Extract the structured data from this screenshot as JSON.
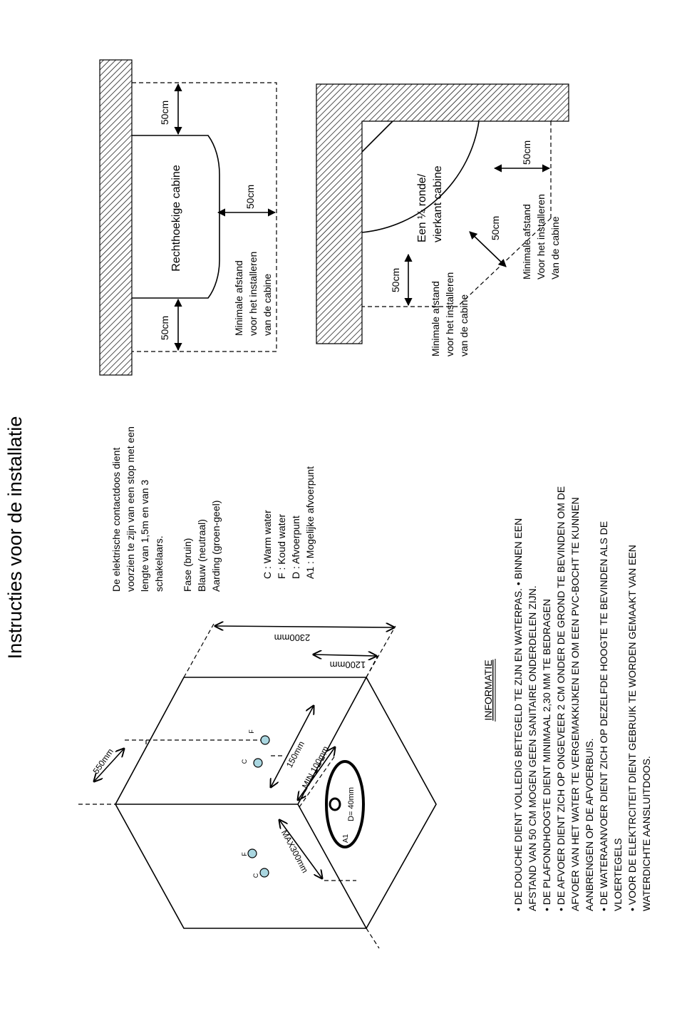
{
  "title": "Instructies voor de installatie",
  "cabins": {
    "rect": {
      "label": "Rechthoekige cabine",
      "dim_top": "50cm",
      "dim_side": "50cm",
      "dim_bottom": "50cm",
      "note": [
        "Minimale afstand",
        "voor het installeren",
        "van de cabine"
      ]
    },
    "corner": {
      "label": [
        "Een ¼ ronde/",
        "vierkant cabine"
      ],
      "dim_side": "50cm",
      "dim_diag": "50cm",
      "dim_bottom": "50cm",
      "note1": [
        "Minimale afstand",
        "Voor het installeren",
        "Van de cabine"
      ],
      "note2": [
        "Minimale afstand",
        "voor het installeren",
        "van de cabine"
      ]
    }
  },
  "electrical": {
    "text": [
      "De elektrische contactdoos dient",
      "voorzien te zijn van een stop met een",
      "lengte van 1,5m  en van 3",
      "schakelaars."
    ],
    "wires": [
      "Fase (bruin)",
      "Blauw (neutraal)",
      "Aarding (groen-geel)"
    ]
  },
  "legend": [
    "C : Warm water",
    "F : Koud water",
    "D : Afvoerpunt",
    "A1 : Mogelijke afvoerpunt"
  ],
  "box": {
    "dim_height": "2300mm",
    "dim_depth": "1200mm",
    "dim_550": "550mm",
    "dim_150": "150mm",
    "dim_min": "MIN 100mm",
    "dim_max": "MAX300mm",
    "drain": "D= 40mm",
    "a1": "A1",
    "c": "C",
    "f": "F"
  },
  "info": {
    "heading": "INFORMATIE",
    "lines": [
      "• DE DOUCHE DIENT VOLLEDIG BETEGELD TE ZIJN EN WATERPAS. • BINNEN EEN",
      "AFSTAND VAN 50 CM MOGEN GEEN SANITAIRE ONDERDELEN ZIJN.",
      "• DE PLAFONDHOOGTE DIENT MINIMAAL 2,30 MM TE BEDRAGEN",
      "• DE AFVOER DIENT ZICH OP ONGEVEER 2 CM ONDER DE GROND TE BEVINDEN OM DE",
      "AFVOER VAN HET WATER TE VERGEMAKKIJKEN EN OM EEN PVC-BOCHT TE KUNNEN",
      "AANBRENGEN OP DE AFVOERBUIS.",
      "• DE WATERAANVOER DIENT ZICH OP DEZELFDE HOOGTE TE BEVINDEN ALS DE",
      "VLOERTEGELS",
      "• VOOR DE ELEKTRCITEIT DIENT GEBRUIK TE WORDEN GEMAAKT VAN EEN",
      "WATERDICHTE AANSLUITDOOS."
    ]
  }
}
